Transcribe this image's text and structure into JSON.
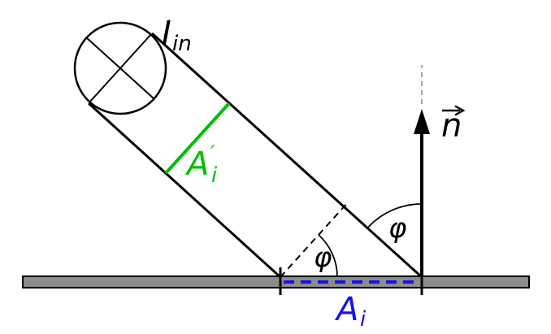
{
  "figure": {
    "kind": "light-incidence-diagram",
    "labels": {
      "incident_intensity": {
        "symbol": "I",
        "subscript": "in"
      },
      "beam_cross_section": {
        "symbol": "A",
        "prime": "′",
        "subscript": "i"
      },
      "surface_area": {
        "symbol": "A",
        "subscript": "i"
      },
      "normal_vector": {
        "symbol": "n"
      },
      "angle_at_surface": "φ",
      "angle_at_normal": "φ"
    },
    "colors": {
      "cross_section_green": "#00bf00",
      "area_blue": "#1414e6",
      "surface_gray": "#8c8c8c",
      "normal_extension_gray": "#a8a8a8",
      "ink": "#000000"
    }
  }
}
